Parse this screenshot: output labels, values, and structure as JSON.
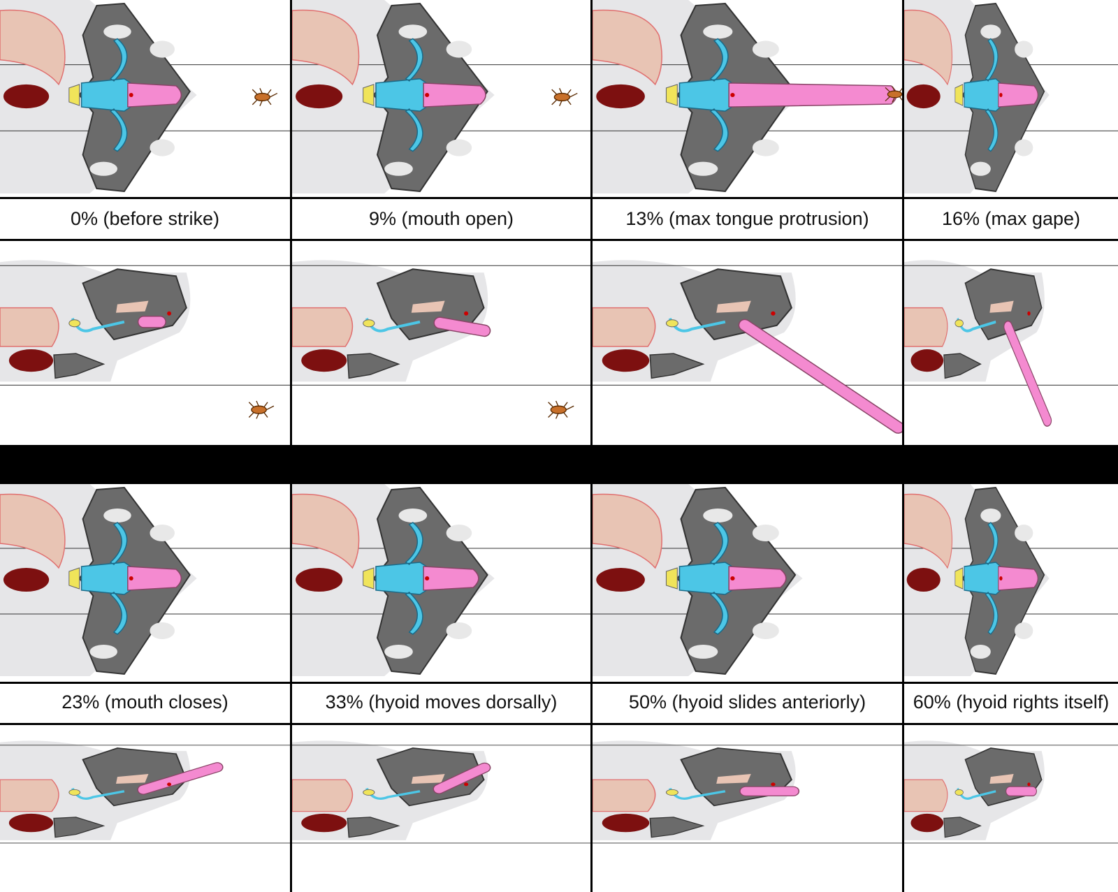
{
  "figure": {
    "stages": [
      {
        "label": "0% (before strike)"
      },
      {
        "label": "9% (mouth open)"
      },
      {
        "label": "13% (max tongue protrusion)"
      },
      {
        "label": "16% (max gape)"
      },
      {
        "label": "23% (mouth closes)"
      },
      {
        "label": "33% (hyoid moves dorsally)"
      },
      {
        "label": "50% (hyoid slides anteriorly)"
      },
      {
        "label": "60% (hyoid rights itself)"
      }
    ],
    "colors": {
      "skull": "#6b6b6b",
      "head": "#e6e6e8",
      "hyoid": "#4cc6e6",
      "tongue": "#f48ad0",
      "esophagus": "#e8c4b4",
      "organ": "#7d1010",
      "cartilage": "#f0e45a",
      "prey": "#c8702a"
    }
  }
}
